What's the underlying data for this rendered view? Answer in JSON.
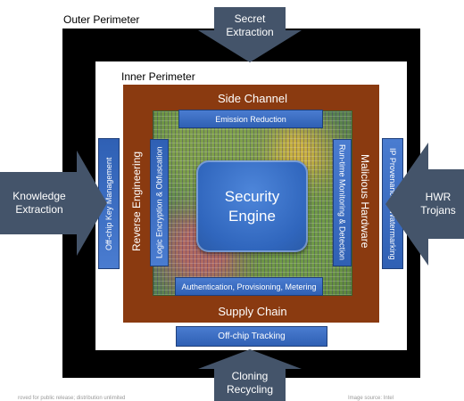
{
  "perimeters": {
    "outer": "Outer Perimeter",
    "inner": "Inner Perimeter"
  },
  "threats": {
    "top": [
      "Secret",
      "Extraction"
    ],
    "left": [
      "Knowledge",
      "Extraction"
    ],
    "right": [
      "HWR",
      "Trojans"
    ],
    "bottom": [
      "Cloning",
      "Recycling"
    ]
  },
  "attack_labels": {
    "side_channel": "Side Channel",
    "supply_chain": "Supply Chain",
    "reverse_engineering": "Reverse Engineering",
    "malicious_hardware": "Malicious Hardware"
  },
  "countermeasures": {
    "emission_reduction": "Emission Reduction",
    "authentication": "Authentication, Provisioning, Metering",
    "logic_encryption": "Logic Encryption & Obfuscation",
    "runtime_monitoring": "Run-time Monitoring & Detection",
    "key_management": "Off-chip Key Management",
    "ip_provenance": "IP Provenance & Watermarking",
    "offchip_tracking": "Off-chip Tracking"
  },
  "security_engine": [
    "Security",
    "Engine"
  ],
  "footer": {
    "left": "roved for public release; distribution unlimited",
    "right": "Image source: Intel"
  },
  "colors": {
    "frame": "#000000",
    "attack_zone": "#8a3a10",
    "countermeasure": "#3a6cc4",
    "threat_arrow": "#44546a"
  }
}
